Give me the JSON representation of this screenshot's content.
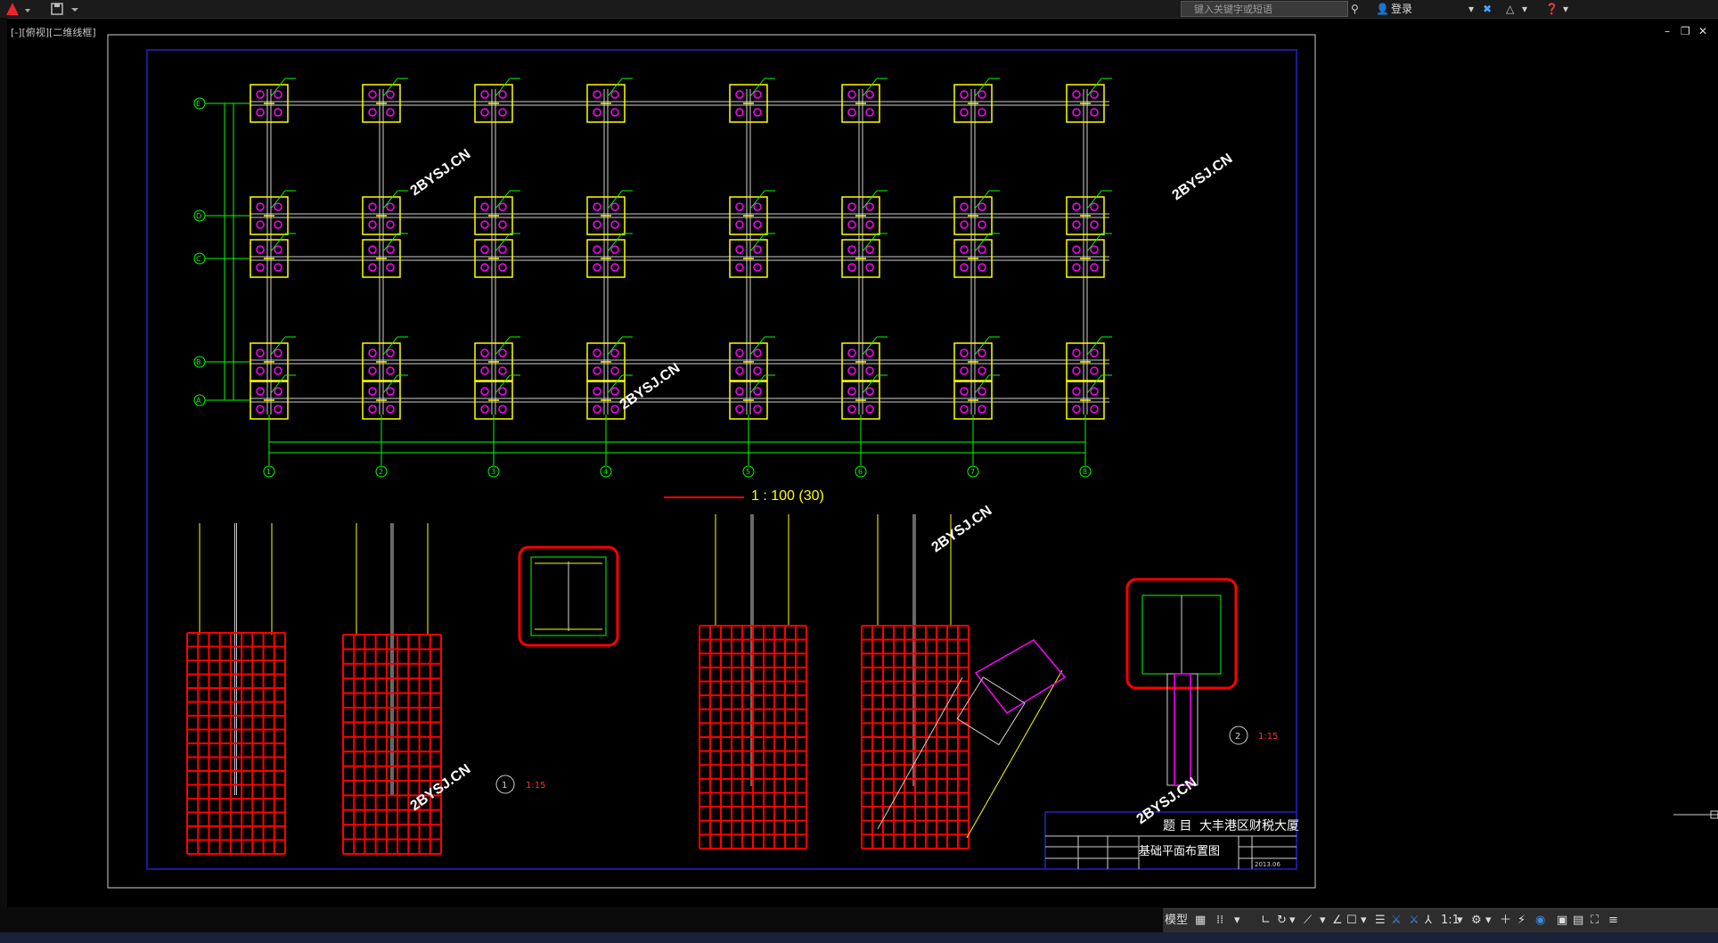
{
  "app": {
    "search_placeholder": "键入关键字或短语",
    "login_label": "登录",
    "view_label": "[-][俯视][二维线框]"
  },
  "drawing": {
    "scale_label": "1 : 100 (30)",
    "watermark": "2BYSJ.CN",
    "grid_rows": [
      "E",
      "D",
      "C",
      "B",
      "A"
    ],
    "grid_cols": [
      "1",
      "2",
      "3",
      "4",
      "5",
      "6",
      "7",
      "8"
    ],
    "detail1_label": "1:15",
    "detail2_label": "1:15",
    "detail1_num": "1",
    "detail2_num": "2",
    "title_block": {
      "project_prefix": "题 目",
      "project_name": "大丰港区财税大厦",
      "sheet_name": "基础平面布置图",
      "date": "2013.06"
    }
  },
  "statusbar": {
    "model_label": "模型",
    "scale_label": "1:1"
  },
  "colors": {
    "yellow": "#ffff00",
    "green": "#00ff00",
    "red": "#ff0000",
    "magenta": "#ff00ff",
    "white": "#d0d0d0",
    "blue_frame": "#1a1a9a"
  }
}
